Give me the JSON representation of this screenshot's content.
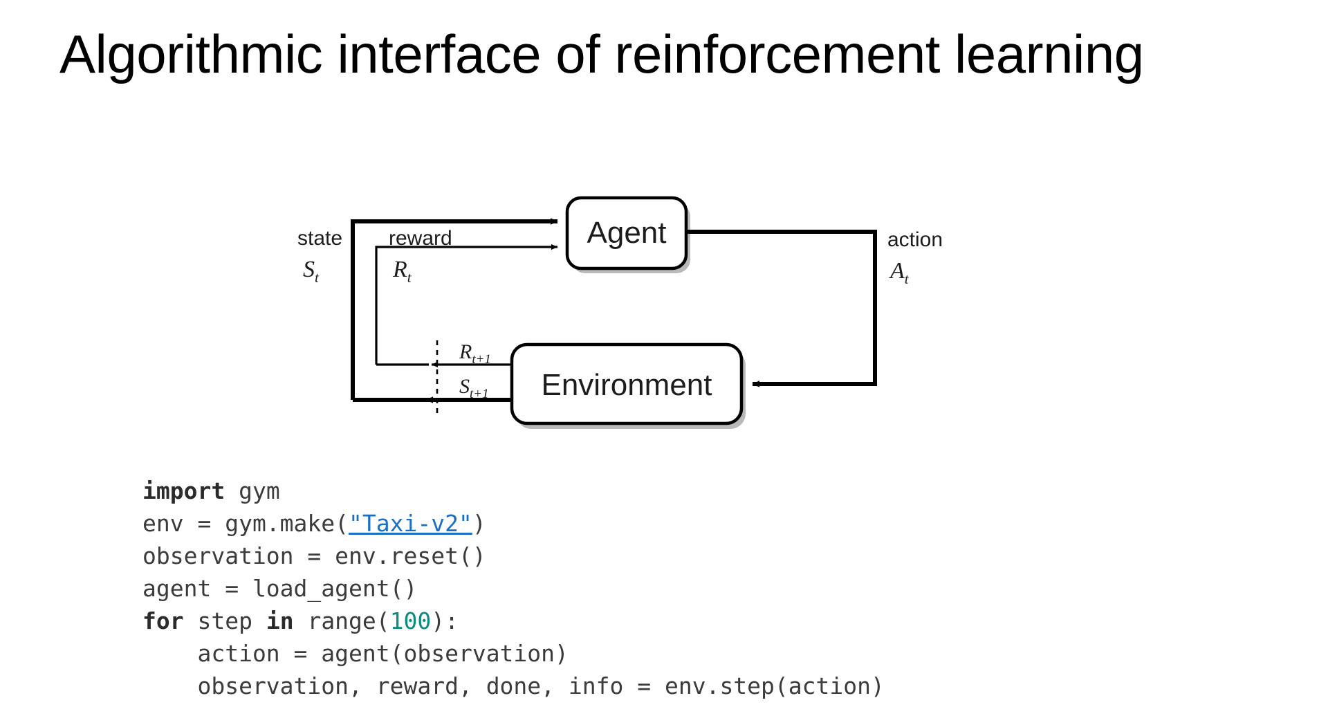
{
  "slide": {
    "title": "Algorithmic interface of reinforcement learning"
  },
  "diagram": {
    "name": "agent-environment-interaction-loop",
    "nodes": {
      "agent": "Agent",
      "environment": "Environment"
    },
    "labels": {
      "state_word": "state",
      "state_symbol": "S",
      "state_symbol_sub": "t",
      "reward_word": "reward",
      "reward_symbol": "R",
      "reward_symbol_sub": "t",
      "action_word": "action",
      "action_symbol": "A",
      "action_symbol_sub": "t",
      "reward_next_symbol": "R",
      "reward_next_sub": "t+1",
      "state_next_symbol": "S",
      "state_next_sub": "t+1"
    },
    "colors": {
      "stroke": "#000000",
      "box_fill": "#ffffff",
      "shadow": "#b0b0b0"
    }
  },
  "code": {
    "language": "python",
    "colors": {
      "text": "#3b3b3b",
      "keyword": "#2b2b2b",
      "number": "#0a8b80",
      "link": "#1a6fc4"
    },
    "lines": [
      {
        "id": "line-1",
        "tokens": [
          {
            "t": "import",
            "k": "kw"
          },
          {
            "t": " gym",
            "k": "plain"
          }
        ]
      },
      {
        "id": "line-2",
        "tokens": [
          {
            "t": "env = gym.make(",
            "k": "plain"
          },
          {
            "t": "\"Taxi-v2\"",
            "k": "link"
          },
          {
            "t": ")",
            "k": "plain"
          }
        ]
      },
      {
        "id": "line-3",
        "tokens": [
          {
            "t": "observation = env.reset()",
            "k": "plain"
          }
        ]
      },
      {
        "id": "line-4",
        "tokens": [
          {
            "t": "agent = load_agent()",
            "k": "plain"
          }
        ]
      },
      {
        "id": "line-5",
        "tokens": [
          {
            "t": "for",
            "k": "kw"
          },
          {
            "t": " step ",
            "k": "plain"
          },
          {
            "t": "in",
            "k": "kw"
          },
          {
            "t": " range(",
            "k": "plain"
          },
          {
            "t": "100",
            "k": "num"
          },
          {
            "t": "):",
            "k": "plain"
          }
        ]
      },
      {
        "id": "line-6",
        "tokens": [
          {
            "t": "    action = agent(observation)",
            "k": "plain"
          }
        ]
      },
      {
        "id": "line-7",
        "tokens": [
          {
            "t": "    observation, reward, done, info = env.step(action)",
            "k": "plain"
          }
        ]
      }
    ]
  }
}
